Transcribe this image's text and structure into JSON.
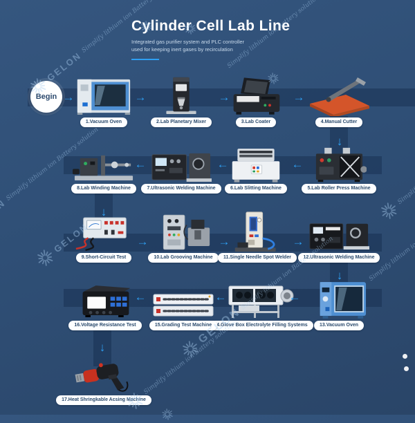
{
  "header": {
    "title": "Cylinder Cell Lab Line",
    "subtitle_line1": "Integrated gas purifier system and PLC controller",
    "subtitle_line2": "used for keeping inert gases by recirculation"
  },
  "flow": {
    "begin_label": "Begin",
    "arrow_right": "→",
    "arrow_left": "←",
    "arrow_down": "↓"
  },
  "stations": [
    {
      "label": "1.Vacuum Oven"
    },
    {
      "label": "2.Lab Planetary Mixer"
    },
    {
      "label": "3.Lab Coater"
    },
    {
      "label": "4.Manual Cutter"
    },
    {
      "label": "5.Lab Roller Press Machine"
    },
    {
      "label": "6.Lab Slitting Machine"
    },
    {
      "label": "7.Ultrasonic Welding Machine"
    },
    {
      "label": "8.Lab Winding Machine"
    },
    {
      "label": "9.Short-Circuit Test"
    },
    {
      "label": "10.Lab Grooving Machine"
    },
    {
      "label": "11.Single Needle Spot Welder"
    },
    {
      "label": "12.Ultrasonic Welding Machine"
    },
    {
      "label": "13.Vacuum Oven"
    },
    {
      "label": "14.Glove Box Electrolyte Filling Systems"
    },
    {
      "label": "15.Grading Test Machine"
    },
    {
      "label": "16.Voltage Resistance Test"
    },
    {
      "label": "17.Heat Shringkable Acsing Machine"
    }
  ],
  "watermark": {
    "brand": "GELON",
    "tagline": "Simplify lithium ion Battery solution"
  },
  "colors": {
    "background": "#2F4F76",
    "accent_blue": "#2E9FF2",
    "label_pill_bg": "#FDFEFF",
    "label_text": "#2B4A6C",
    "band_overlay": "#0F2645",
    "cutter_orange": "#D4552A",
    "oven_blue": "#4E8FD2"
  }
}
